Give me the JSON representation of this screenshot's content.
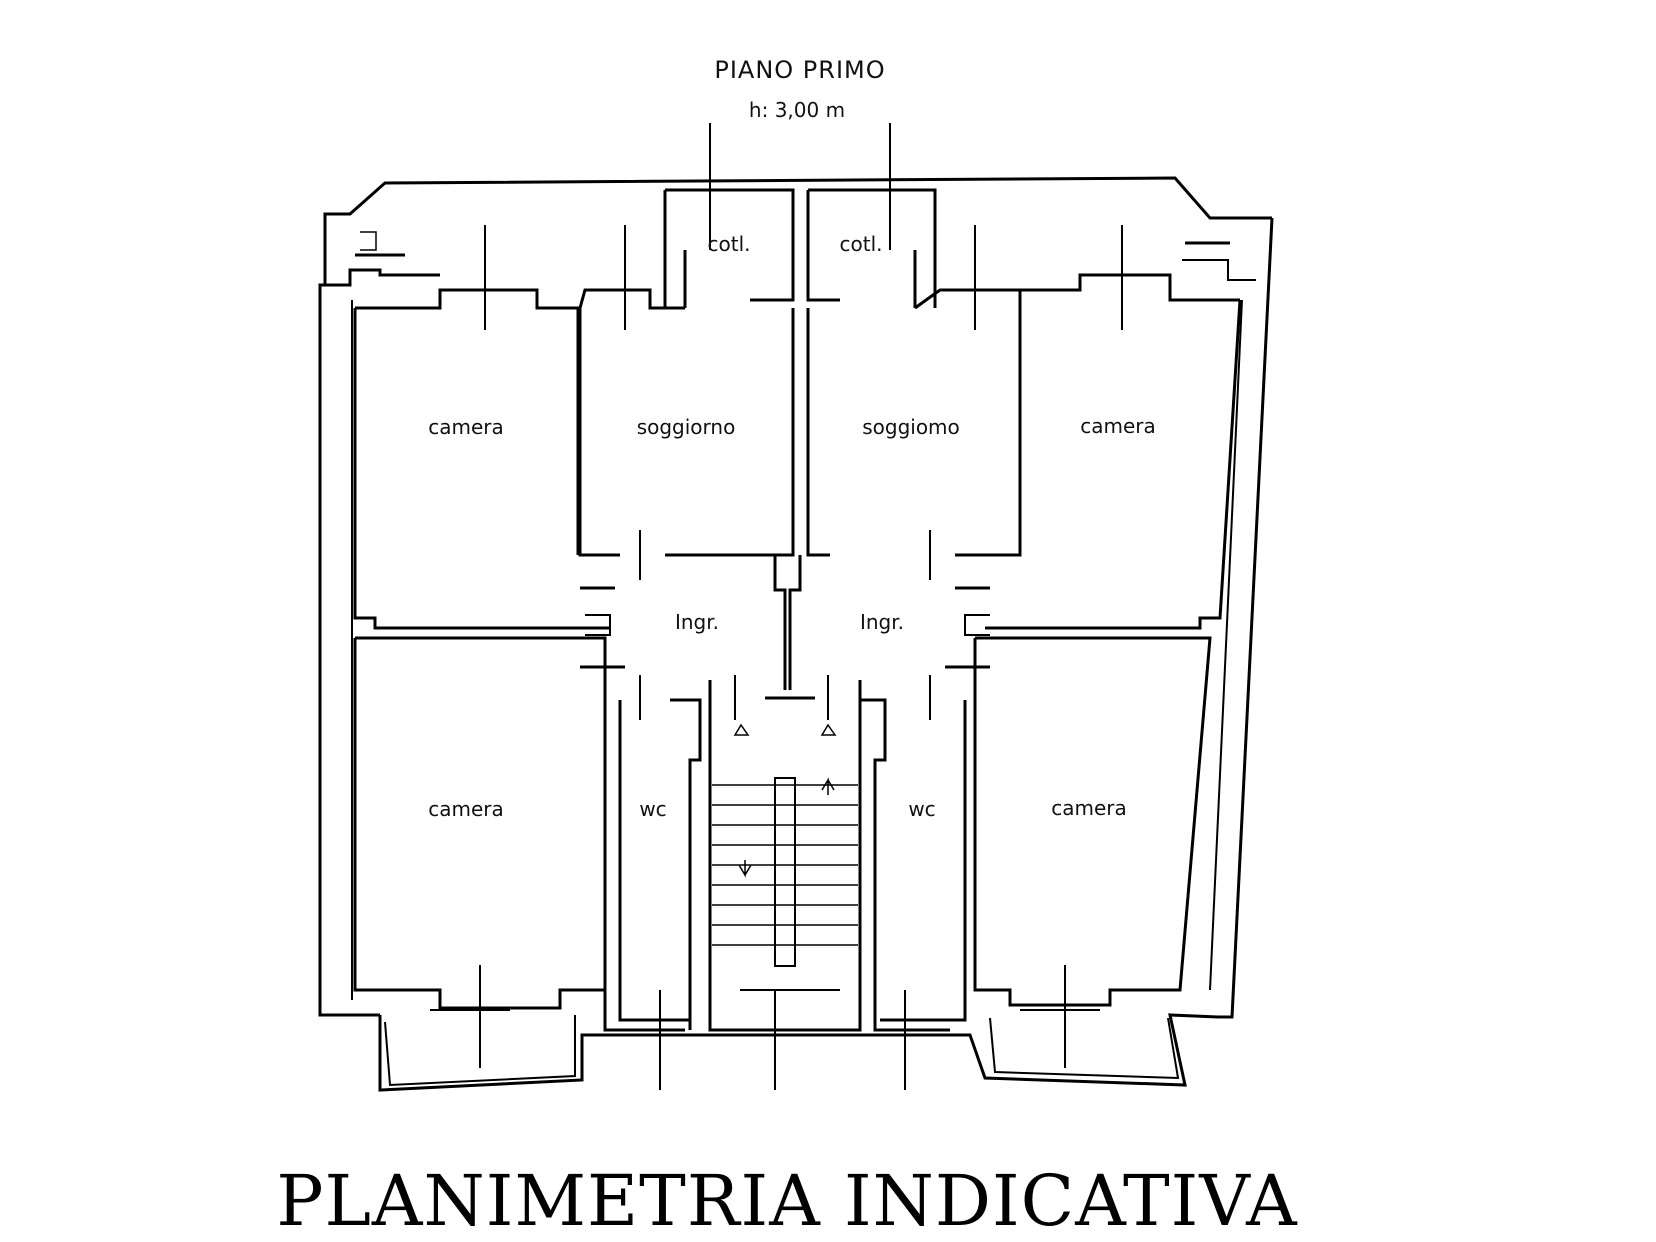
{
  "header": {
    "floor": "PIANO PRIMO",
    "height": "h: 3,00 m"
  },
  "rooms": {
    "cotl_left": "cotl.",
    "cotl_right": "cotl.",
    "camera_top_left": "camera",
    "soggiorno_left": "soggiorno",
    "soggiorno_right": "soggiomo",
    "camera_top_right": "camera",
    "ingr_left": "Ingr.",
    "ingr_right": "Ingr.",
    "camera_bottom_left": "camera",
    "wc_left": "wc",
    "wc_right": "wc",
    "camera_bottom_right": "camera"
  },
  "footer": {
    "title": "PLANIMETRIA INDICATIVA"
  }
}
